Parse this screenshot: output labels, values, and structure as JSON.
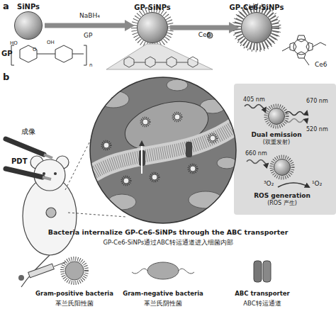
{
  "diagram": {
    "nodes": [
      {
        "text": [
          "SiNPs"
        ]
      },
      {
        "text": [
          "GP-SiNPs"
        ]
      },
      {
        "text": [
          "GP-Ce6-SiNPs"
        ]
      },
      {
        "text": [
          "Dual emission",
          "(双重发射)"
        ]
      },
      {
        "text": [
          "ROS generation",
          "(ROS 产生)"
        ]
      }
    ],
    "edges": [
      {
        "from": 0,
        "to": 1,
        "label": "NaBH₄",
        "arrow": "to"
      },
      {
        "from": 1,
        "to": 2,
        "label": "Ce6",
        "arrow": "to"
      }
    ],
    "labels": [
      "a",
      "GP",
      "Ce6",
      "GP",
      "HO",
      "OH",
      "O",
      "n",
      "b",
      "成像",
      "PDT",
      "405 nm",
      "670 nm",
      "520 nm",
      "660 nm",
      "³O₂",
      "¹O₂",
      "Bacteria internalize GP-Ce6-SiNPs through the ABC transporter",
      "GP-Ce6-SiNPs通过ABC转运通道进入细菌内部",
      "革兰氏阳性菌",
      "革兰氏阴性菌",
      "ABC转运通道"
    ],
    "legend": [
      {
        "text": "Gram-positive bacteria"
      },
      {
        "text": "Gram-negative bacteria"
      },
      {
        "text": "ABC transporter"
      }
    ]
  }
}
